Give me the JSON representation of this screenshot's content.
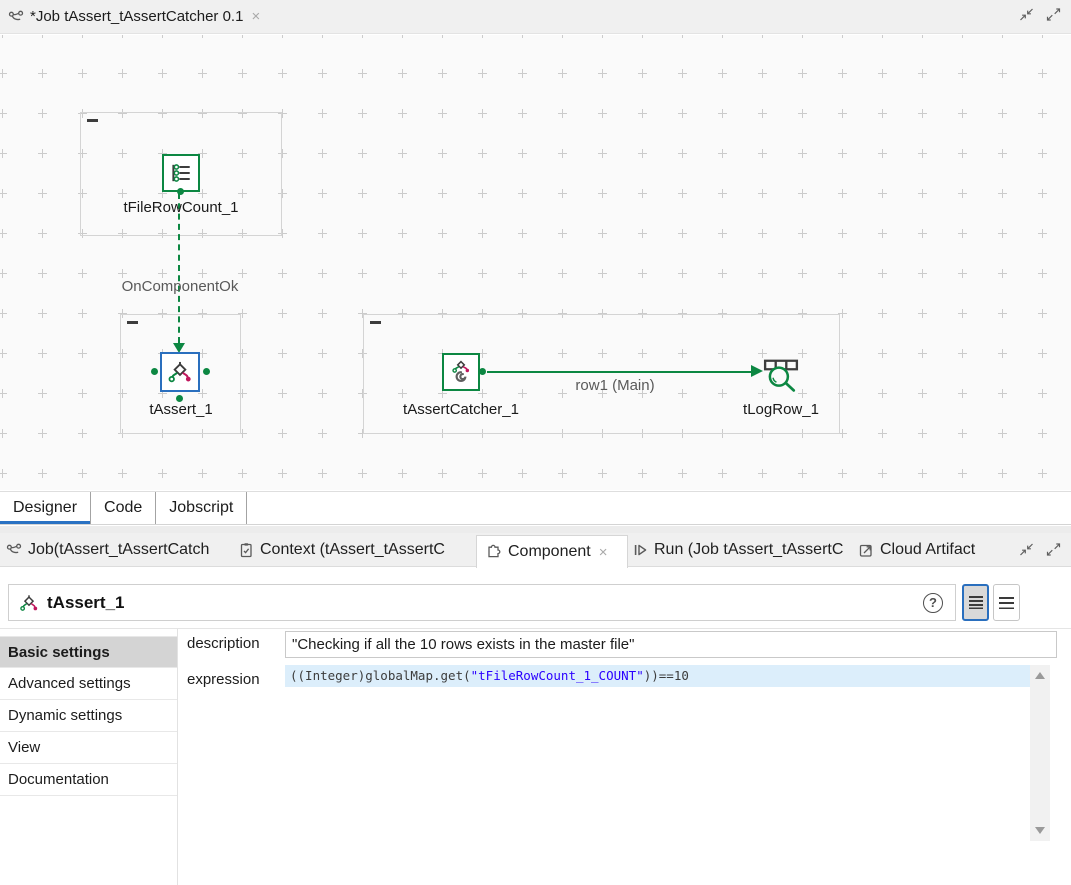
{
  "editor_tab": {
    "title": "*Job tAssert_tAssertCatcher 0.1",
    "close_glyph": "×"
  },
  "canvas": {
    "components": [
      {
        "label": "tFileRowCount_1",
        "icon": "file-row-count"
      },
      {
        "label": "tAssert_1",
        "icon": "assert-diamond",
        "selected": true
      },
      {
        "label": "tAssertCatcher_1",
        "icon": "assert-catcher"
      },
      {
        "label": "tLogRow_1",
        "icon": "table-magnifier"
      }
    ],
    "connections": [
      {
        "label": "OnComponentOk",
        "type": "trigger-dashed"
      },
      {
        "label": "row1 (Main)",
        "type": "row-main"
      }
    ]
  },
  "view_tabs": [
    "Designer",
    "Code",
    "Jobscript"
  ],
  "view_tabs_active": "Designer",
  "panel_tabs": [
    {
      "label": "Job(tAssert_tAssertCatch",
      "icon": "job-nodes"
    },
    {
      "label": "Context (tAssert_tAssertC",
      "icon": "clipboard-check"
    },
    {
      "label": "Component",
      "icon": "puzzle-piece",
      "active": true,
      "close_glyph": "×"
    },
    {
      "label": "Run (Job tAssert_tAssertC",
      "icon": "run-play"
    },
    {
      "label": "Cloud Artifact",
      "icon": "box-arrow"
    }
  ],
  "component_panel": {
    "title": "tAssert_1",
    "help_glyph": "?",
    "sidebar": [
      "Basic settings",
      "Advanced settings",
      "Dynamic settings",
      "View",
      "Documentation"
    ],
    "sidebar_active": "Basic settings",
    "fields": {
      "description_label": "description",
      "description_value": "\"Checking if all the 10 rows exists in the master file\"",
      "expression_label": "expression",
      "expression_prefix": "((Integer)globalMap.get(",
      "expression_string": "\"tFileRowCount_1_COUNT\"",
      "expression_suffix": "))==10"
    }
  },
  "colors": {
    "accent_green": "#0c8742",
    "selection_blue": "#2a6fbe",
    "tab_underline_blue": "#2a72c3",
    "crimson": "#c0175d",
    "code_string_blue": "#2a00ff",
    "line_highlight": "#dceefb"
  }
}
